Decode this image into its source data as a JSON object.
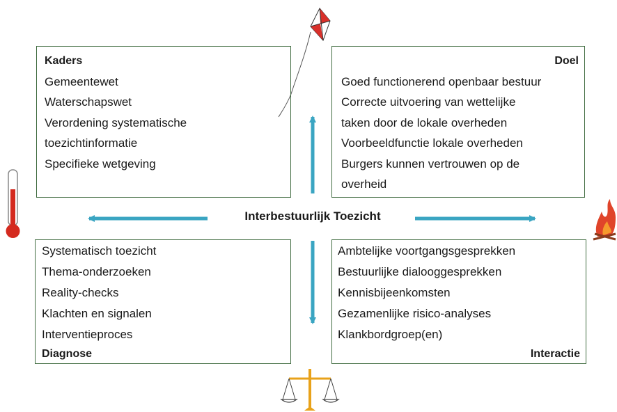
{
  "center": {
    "title": "Interbestuurlijk Toezicht"
  },
  "kaders": {
    "title": "Kaders",
    "items": [
      "Gemeentewet",
      "Waterschapswet",
      "Verordening systematische",
      "toezichtinformatie",
      "Specifieke wetgeving"
    ]
  },
  "doel": {
    "title": "Doel",
    "items": [
      "Goed functionerend openbaar bestuur",
      "Correcte uitvoering van wettelijke",
      "taken door de lokale overheden",
      "Voorbeeldfunctie lokale overheden",
      "Burgers kunnen vertrouwen op de",
      "overheid"
    ]
  },
  "diagnose": {
    "title": "Diagnose",
    "items": [
      "Systematisch toezicht",
      "Thema-onderzoeken",
      "Reality-checks",
      "Klachten en signalen",
      "Interventieproces"
    ]
  },
  "interactie": {
    "title": "Interactie",
    "items": [
      "Ambtelijke voortgangsgesprekken",
      "Bestuurlijke dialooggesprekken",
      "Kennisbijeenkomsten",
      "Gezamenlijke risico-analyses",
      "Klankbordgroep(en)"
    ]
  },
  "colors": {
    "arrow": "#3aa5c2",
    "box_border": "#3f6b3f",
    "thermometer": "#d42a1f",
    "fire": "#e0442a",
    "scale": "#e8a21a",
    "kite_red": "#d9302a"
  },
  "icons": [
    "kite-icon",
    "thermometer-icon",
    "fire-icon",
    "scale-icon"
  ]
}
